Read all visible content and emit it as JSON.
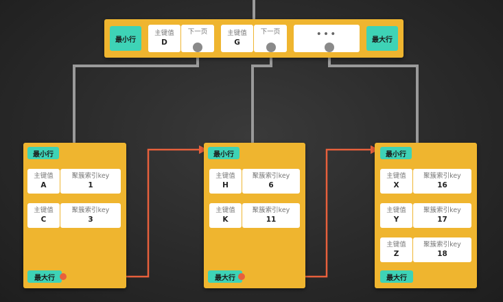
{
  "root": {
    "min_label": "最小行",
    "max_label": "最大行",
    "entries": [
      {
        "key_label": "主键值",
        "key": "D",
        "ptr_label": "下一页"
      },
      {
        "key_label": "主键值",
        "key": "G",
        "ptr_label": "下一页"
      }
    ],
    "ellipsis": "•••"
  },
  "leaves": [
    {
      "min_label": "最小行",
      "max_label": "最大行",
      "rows": [
        {
          "key_label": "主键值",
          "key": "A",
          "idx_label": "聚簇索引key",
          "idx": "1"
        },
        {
          "key_label": "主键值",
          "key": "C",
          "idx_label": "聚簇索引key",
          "idx": "3"
        }
      ]
    },
    {
      "min_label": "最小行",
      "max_label": "最大行",
      "rows": [
        {
          "key_label": "主键值",
          "key": "H",
          "idx_label": "聚簇索引key",
          "idx": "6"
        },
        {
          "key_label": "主键值",
          "key": "K",
          "idx_label": "聚簇索引key",
          "idx": "11"
        }
      ]
    },
    {
      "min_label": "最小行",
      "max_label": "最大行",
      "rows": [
        {
          "key_label": "主键值",
          "key": "X",
          "idx_label": "聚簇索引key",
          "idx": "16"
        },
        {
          "key_label": "主键值",
          "key": "Y",
          "idx_label": "聚簇索引key",
          "idx": "17"
        },
        {
          "key_label": "主键值",
          "key": "Z",
          "idx_label": "聚簇索引key",
          "idx": "18"
        }
      ]
    }
  ]
}
